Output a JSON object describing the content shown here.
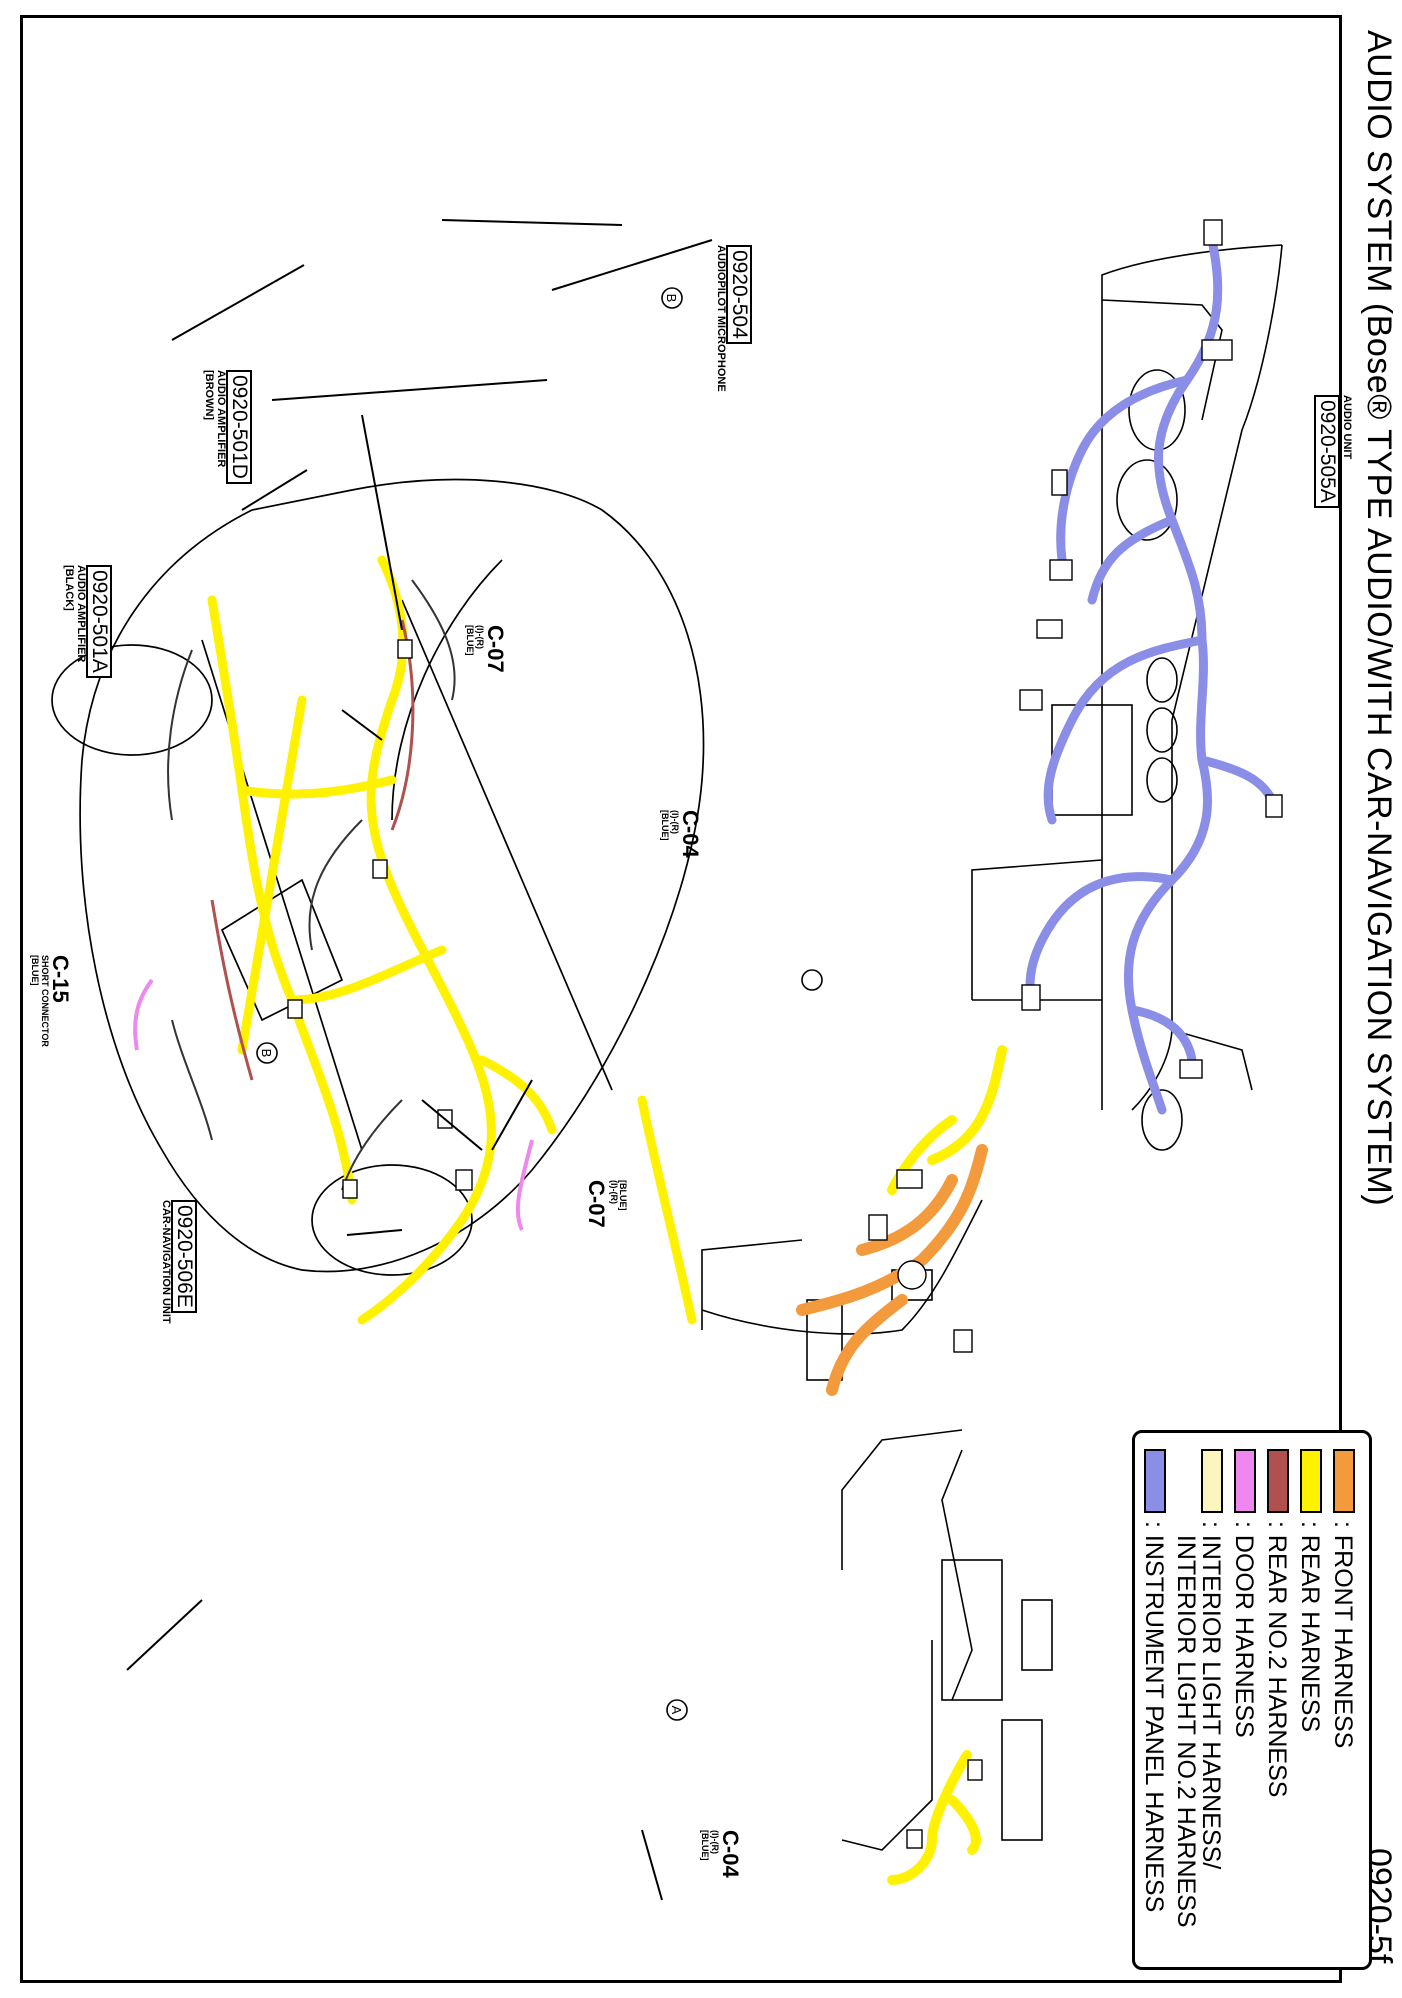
{
  "title": "AUDIO SYSTEM (Bose® TYPE AUDIO/WITH CAR-NAVIGATION SYSTEM)",
  "page_code": "0920-5f",
  "labels": {
    "audiopilot": {
      "code": "0920-504",
      "desc": "AUDIOPILOT MICROPHONE"
    },
    "audio_unit": {
      "code": "0920-505A",
      "desc": "AUDIO UNIT"
    },
    "c07_top": {
      "name": "C-07",
      "side": "(I)-(R)",
      "color": "[BLUE]"
    },
    "c04_top": {
      "name": "C-04",
      "side": "(I)-(R)",
      "color": "[BLUE]"
    },
    "amp_d": {
      "code": "0920-501D",
      "desc": "AUDIO AMPLIFIER",
      "color": "[BROWN]"
    },
    "amp_a": {
      "code": "0920-501A",
      "desc": "AUDIO AMPLIFIER",
      "color": "[BLACK]"
    },
    "c15": {
      "name": "C-15",
      "desc": "SHORT CONNECTOR",
      "color": "[BLUE]"
    },
    "c07_car": {
      "name": "C-07",
      "side": "(I)-(R)",
      "color": "[BLUE]"
    },
    "nav_unit": {
      "code": "0920-506E",
      "desc": "CAR-NAVIGATION UNIT"
    },
    "c04_bottom": {
      "name": "C-04",
      "side": "(I)-(R)",
      "color": "[BLUE]"
    },
    "marker_a": "A",
    "marker_b": "B",
    "marker_c": "B"
  },
  "legend": [
    {
      "color": "#f39a3c",
      "text": ": FRONT HARNESS"
    },
    {
      "color": "#fff200",
      "text": ": REAR HARNESS"
    },
    {
      "color": "#b0504f",
      "text": ": REAR NO.2 HARNESS"
    },
    {
      "color": "#ee88ee",
      "text": ": DOOR HARNESS"
    },
    {
      "color": "#fbf6c0",
      "text": ": INTERIOR LIGHT HARNESS/\n  INTERIOR LIGHT NO.2 HARNESS"
    },
    {
      "color": "#8b8ee6",
      "text": ": INSTRUMENT PANEL HARNESS"
    }
  ],
  "colors": {
    "front": "#f39a3c",
    "rear": "#fff200",
    "rear2": "#b0504f",
    "door": "#ee88ee",
    "interior": "#fbf6c0",
    "instrument": "#8b8ee6"
  }
}
